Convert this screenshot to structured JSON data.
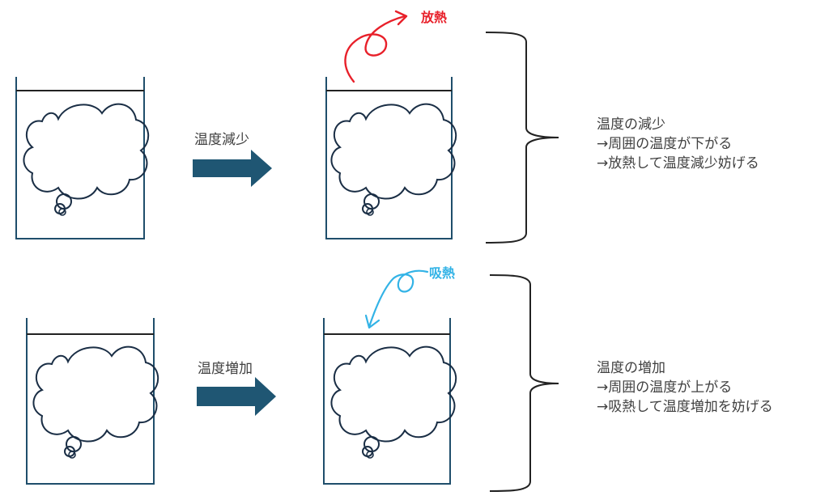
{
  "colors": {
    "beaker": "#1f4e6b",
    "arrow": "#1f5673",
    "cloud": "#1a2e45",
    "release": "#e8202a",
    "absorb": "#33b3e6",
    "bracket": "#222222",
    "text": "#404040"
  },
  "top": {
    "operation_label": "温度減少",
    "heat_label": "放熱",
    "explanation": [
      "温度の減少",
      "→周囲の温度が下がる",
      "→放熱して温度減少妨げる"
    ]
  },
  "bottom": {
    "operation_label": "温度増加",
    "heat_label": "吸熱",
    "explanation": [
      "温度の増加",
      "→周囲の温度が上がる",
      "→吸熱して温度増加を妨げる"
    ]
  }
}
